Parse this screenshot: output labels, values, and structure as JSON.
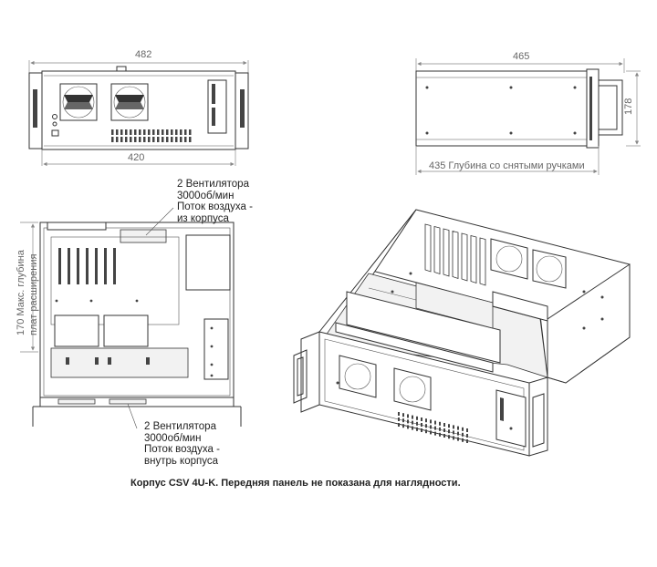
{
  "dimensions": {
    "front_width_total": "482",
    "front_width_body": "420",
    "side_depth": "465",
    "side_height": "178",
    "depth_without_handles": "435  Глубина со снятыми ручками",
    "max_card_depth": "170  Макс. глубина\nплат расширения"
  },
  "notes": {
    "fans_top": "2 Вентилятора\n3000об/мин\nПоток воздуха -\nиз корпуса",
    "fans_bottom": "2 Вентилятора\n3000об/мин\nПоток воздуха -\nвнутрь корпуса"
  },
  "caption": "Корпус CSV 4U-K. Передняя панель не показана для наглядности."
}
